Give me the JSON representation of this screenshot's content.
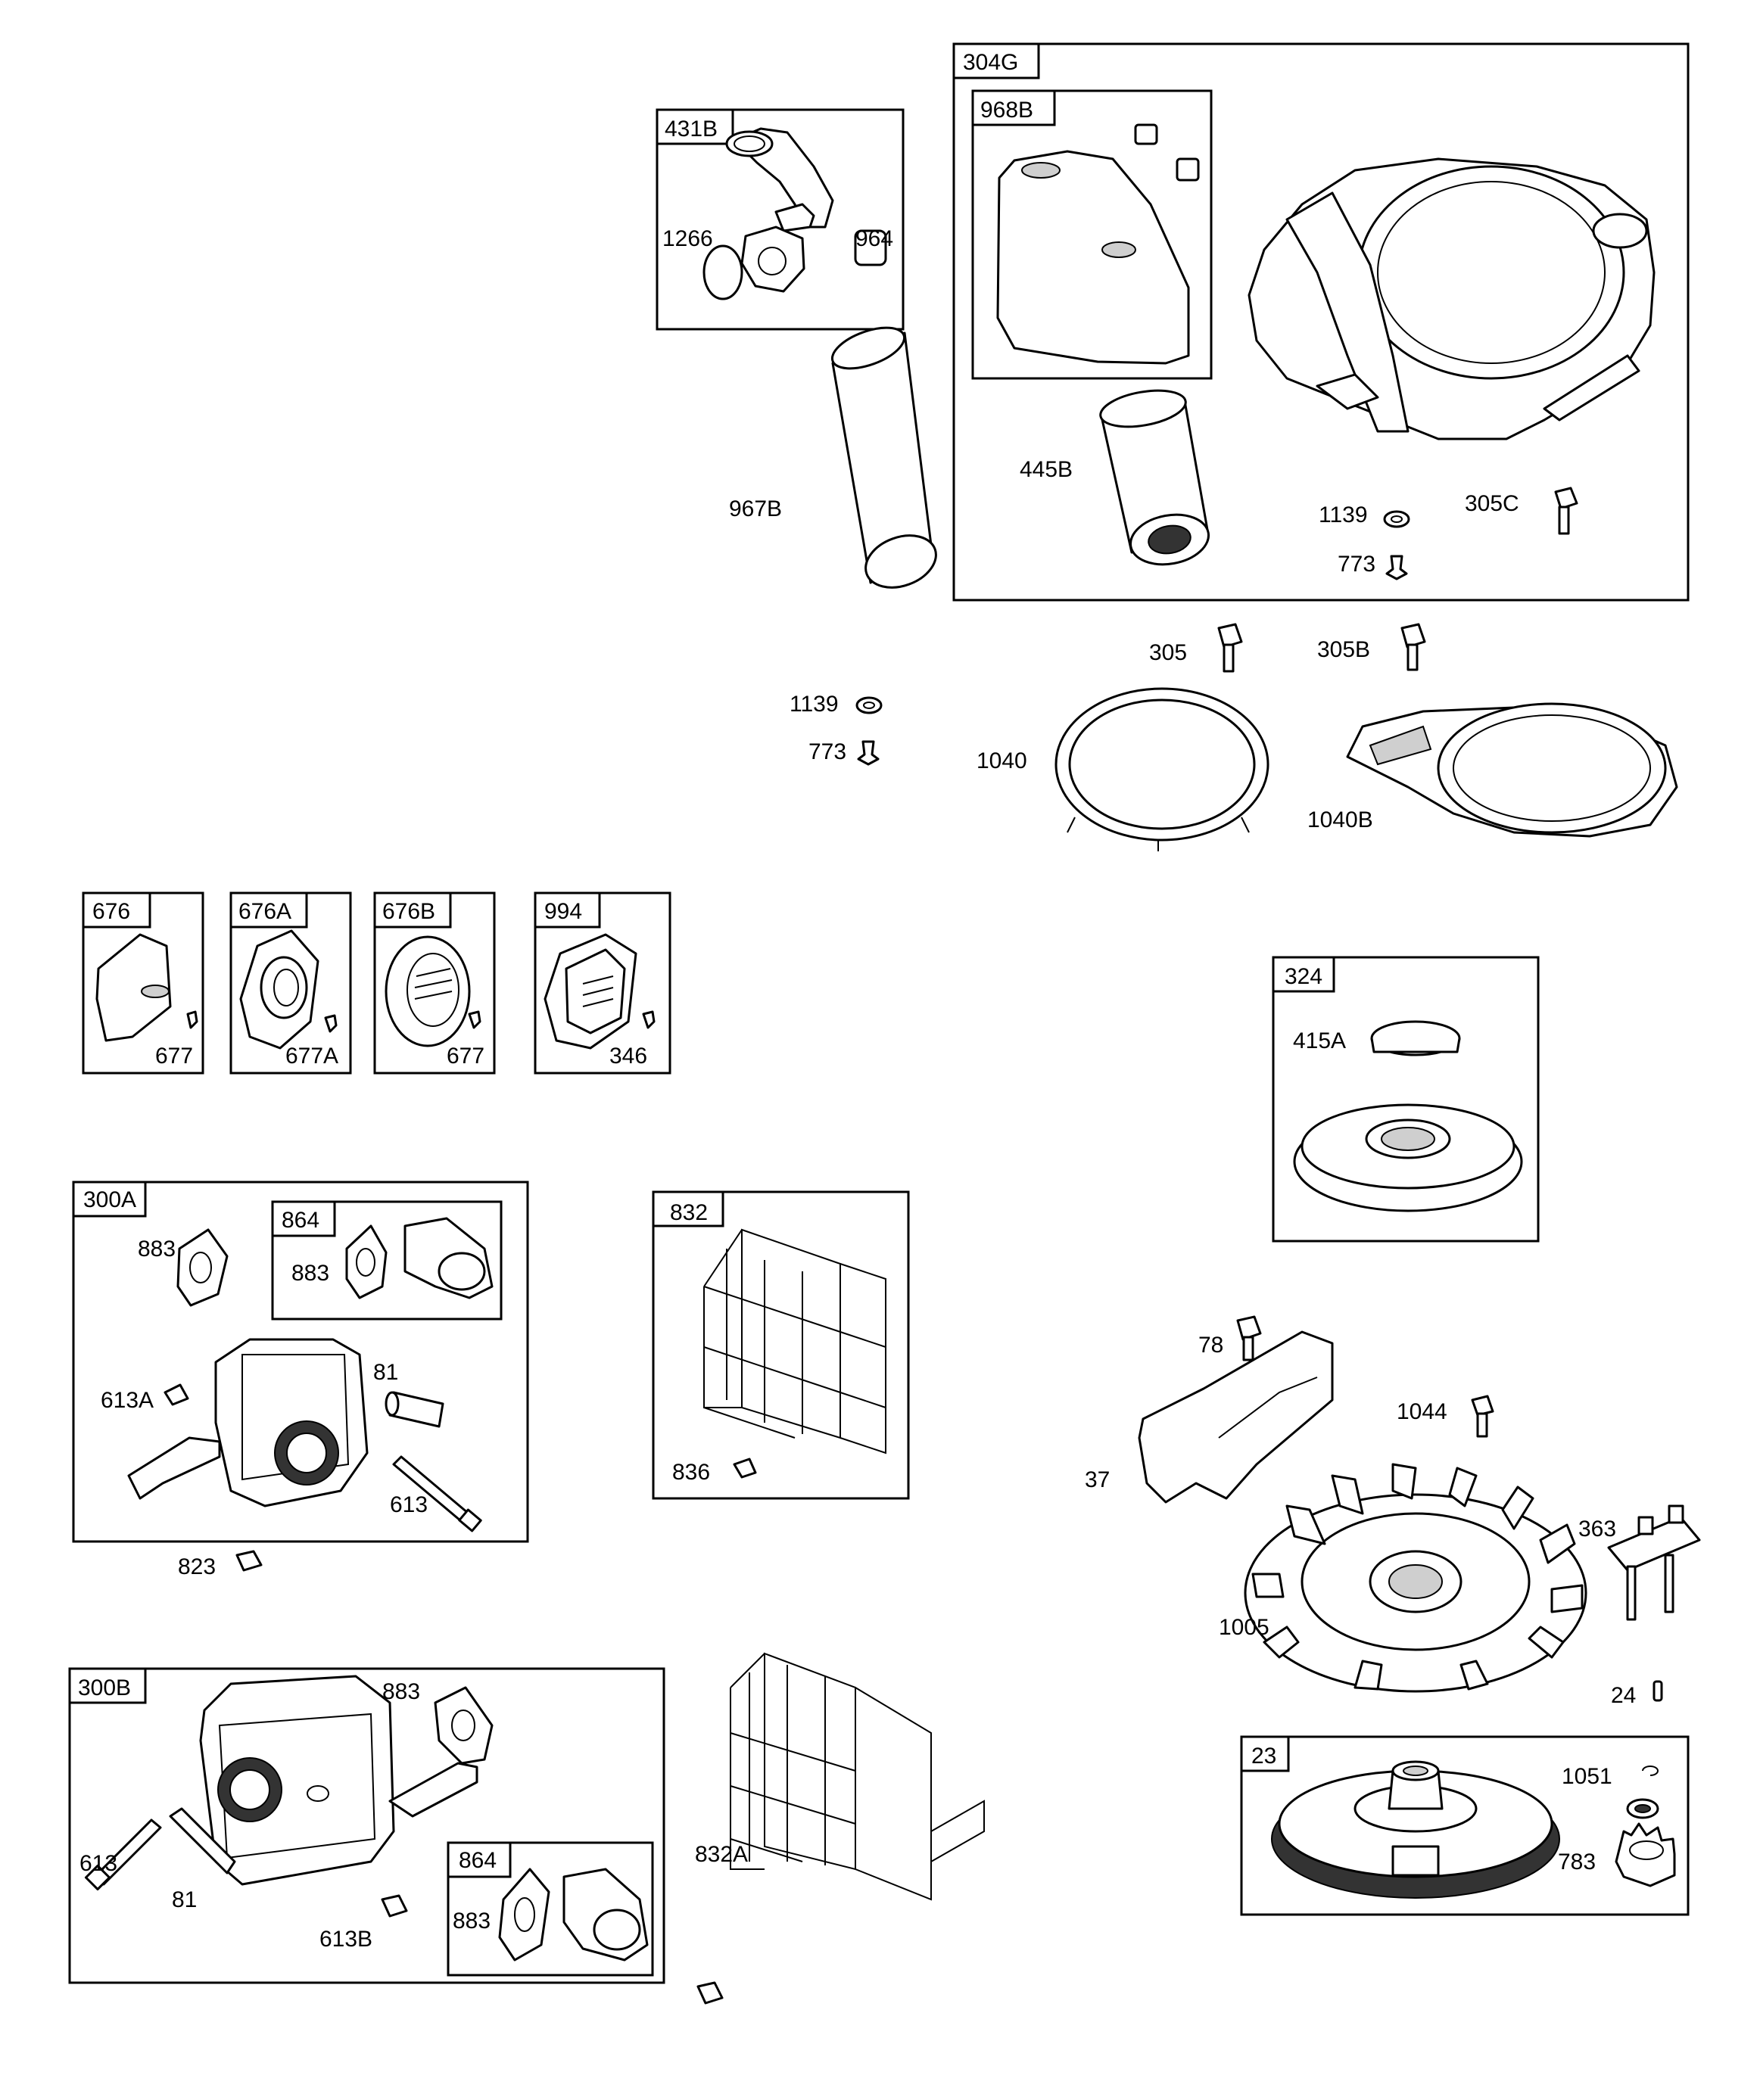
{
  "groups": {
    "g431B": "431B",
    "g304G": "304G",
    "g968B": "968B",
    "g676": "676",
    "g676A": "676A",
    "g676B": "676B",
    "g994": "994",
    "g324": "324",
    "g300A": "300A",
    "g864a": "864",
    "g832": "832",
    "g300B": "300B",
    "g864b": "864",
    "g23": "23"
  },
  "labels": {
    "p1266": "1266",
    "p964": "964",
    "p967B": "967B",
    "p445B": "445B",
    "p1139a": "1139",
    "p773a": "773",
    "p305C": "305C",
    "p305": "305",
    "p305B": "305B",
    "p1139b": "1139",
    "p773b": "773",
    "p1040": "1040",
    "p1040B": "1040B",
    "p677a": "677",
    "p677A": "677A",
    "p677b": "677",
    "p346": "346",
    "p415A": "415A",
    "p883a": "883",
    "p883b": "883",
    "p613A": "613A",
    "p81a": "81",
    "p613a": "613",
    "p823": "823",
    "p836": "836",
    "p78": "78",
    "p1044": "1044",
    "p37": "37",
    "p363": "363",
    "p1005": "1005",
    "p24": "24",
    "p883c": "883",
    "p613b": "613",
    "p81b": "81",
    "p613B": "613B",
    "p883d": "883",
    "p832A": "832A",
    "p1051": "1051",
    "p783": "783"
  }
}
